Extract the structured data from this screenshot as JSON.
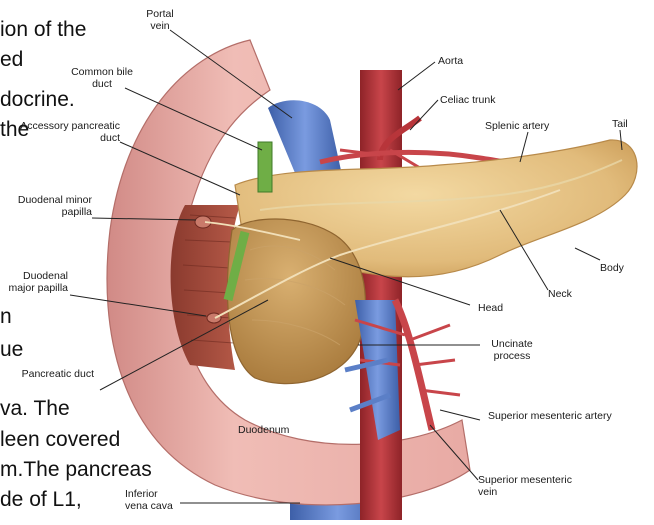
{
  "background_text": {
    "lines": [
      "ion of the",
      "ed",
      "docrine.",
      "the",
      "n",
      "ue",
      "va. The",
      "leen covered",
      "m.The pancreas",
      "de of L1,"
    ]
  },
  "labels": {
    "portal_vein": "Portal vein",
    "aorta": "Aorta",
    "common_bile_duct": "Common bile duct",
    "celiac_trunk": "Celiac trunk",
    "accessory_pancreatic_duct": "Accessory pancreatic duct",
    "splenic_artery": "Splenic artery",
    "tail": "Tail",
    "duodenal_minor_papilla": "Duodenal minor papilla",
    "body": "Body",
    "duodenal_major_papilla": "Duodenal major papilla",
    "neck": "Neck",
    "head": "Head",
    "uncinate_process": "Uncinate process",
    "pancreatic_duct": "Pancreatic duct",
    "duodenum": "Duodenum",
    "superior_mesenteric_artery": "Superior mesenteric artery",
    "superior_mesenteric_vein": "Superior mesenteric vein",
    "inferior_vena_cava": "Inferior vena cava"
  },
  "colors": {
    "duodenum": "#e8a9a3",
    "pancreas": "#e4c286",
    "aorta": "#b8353a",
    "vein": "#5b7fc7",
    "bile_duct": "#6fae46"
  }
}
